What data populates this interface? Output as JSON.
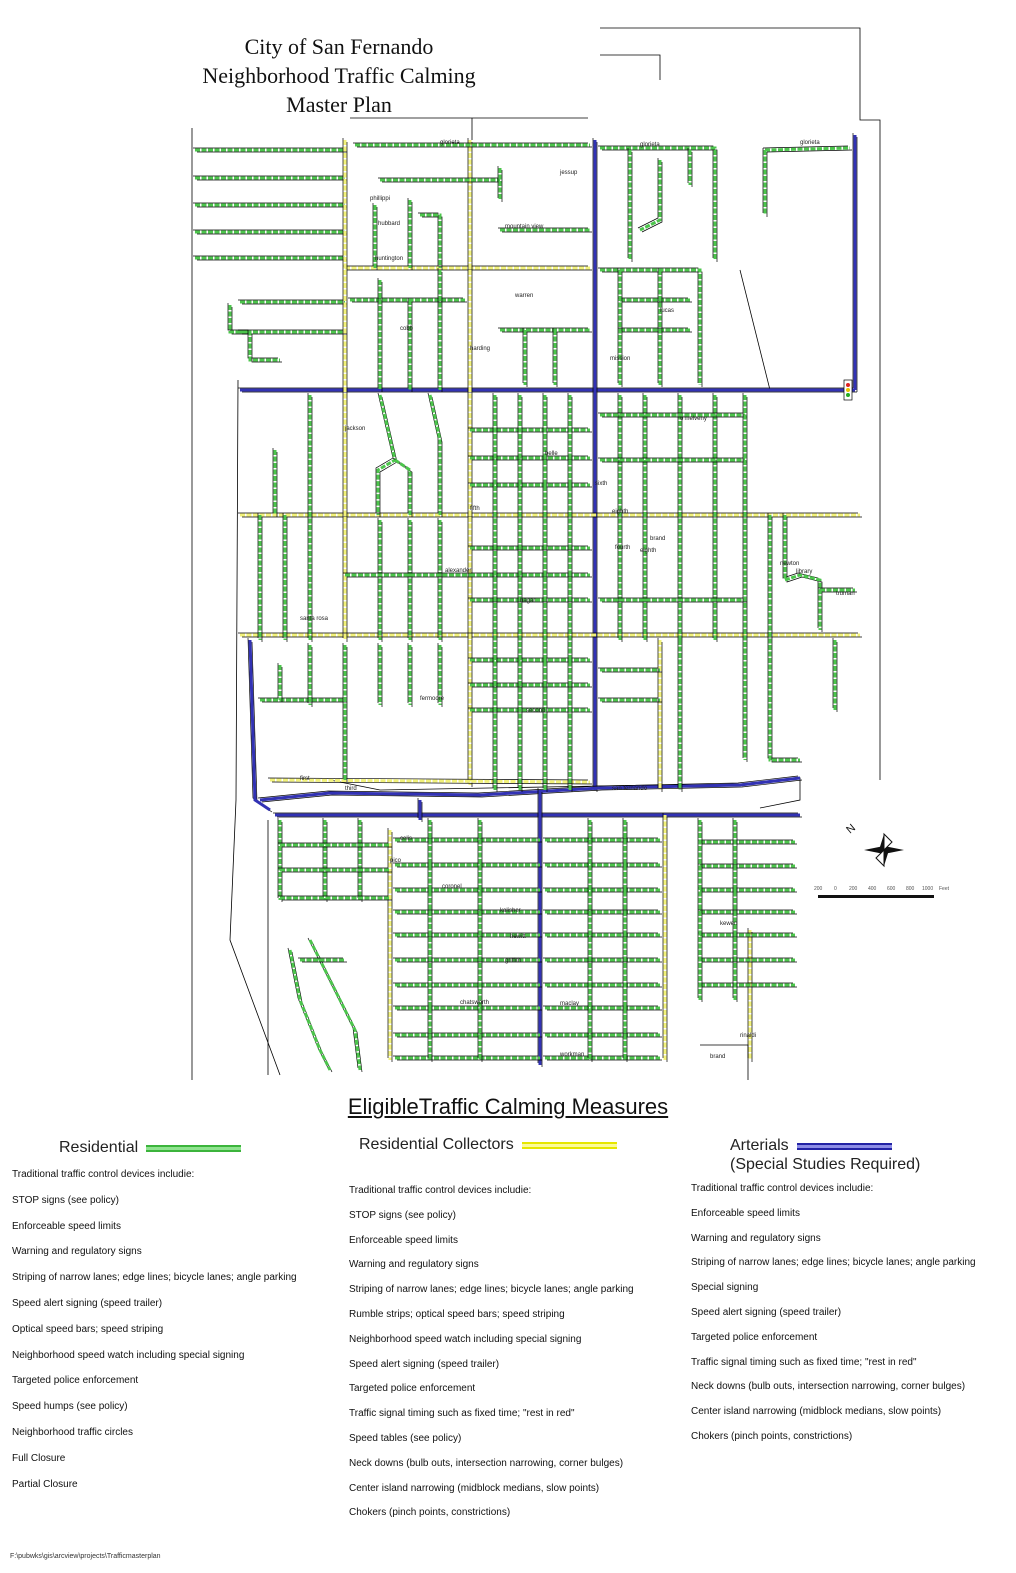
{
  "map": {
    "title_lines": [
      "City of San Fernando",
      "Neighborhood Traffic Calming",
      "Master Plan"
    ],
    "colors": {
      "residential": "#4cc54c",
      "residential_collector": "#f2f27a",
      "arterial": "#3232b4",
      "outline": "#000000"
    },
    "street_labels": [
      "glorieta",
      "glorieta",
      "glorieta",
      "phillippi",
      "mountain view",
      "jessup",
      "warren",
      "lucas",
      "mission",
      "o'melveny",
      "brand",
      "pico",
      "celis",
      "coronel",
      "kalisher",
      "hewitt",
      "griffith",
      "chatsworth",
      "maclay",
      "workman",
      "fourth",
      "fifth",
      "sixth",
      "eighth",
      "first",
      "library",
      "harding",
      "hubbard",
      "alexander",
      "jackson",
      "huntington",
      "cobb",
      "santa rosa",
      "third",
      "second",
      "fermoore",
      "hagar",
      "belle",
      "kewen",
      "newton",
      "rinaldi",
      "brand",
      "eighth",
      "san fernando",
      "truman"
    ],
    "scale_labels": [
      "200",
      "0",
      "200",
      "400",
      "600",
      "800",
      "1000",
      "Feet"
    ],
    "north_label": "N"
  },
  "legend": {
    "title": "EligibleTraffic Calming Measures",
    "residential": {
      "heading": "Residential",
      "items": [
        "Traditional traffic control devices includie:",
        "STOP signs (see policy)",
        "Enforceable speed limits",
        "Warning and regulatory signs",
        "Striping of narrow lanes; edge lines; bicycle lanes; angle parking",
        "Speed alert signing (speed trailer)",
        "Optical speed bars; speed striping",
        "Neighborhood speed watch including special signing",
        "Targeted police enforcement",
        "Speed humps (see policy)",
        "Neighborhood traffic circles",
        "Full Closure",
        "Partial Closure"
      ]
    },
    "collectors": {
      "heading": "Residential Collectors",
      "items": [
        "Traditional traffic control devices includie:",
        "STOP signs (see policy)",
        "Enforceable speed limits",
        "Warning and regulatory signs",
        "Striping of narrow lanes; edge lines; bicycle lanes; angle parking",
        "Rumble strips; optical speed bars; speed striping",
        "Neighborhood speed watch including special signing",
        "Speed alert signing (speed trailer)",
        "Targeted police enforcement",
        "Traffic signal timing such as fixed time; \"rest in red\"",
        "Speed tables (see policy)",
        "Neck downs (bulb outs, intersection narrowing, corner bulges)",
        "Center island narrowing (midblock medians, slow points)",
        "Chokers (pinch points, constrictions)"
      ]
    },
    "arterials": {
      "heading": "Arterials",
      "subheading": "(Special Studies Required)",
      "items": [
        "Traditional traffic control devices includie:",
        "Enforceable speed limits",
        "Warning and regulatory signs",
        "Striping of narrow lanes; edge lines; bicycle lanes; angle parking",
        "Special signing",
        "Speed alert signing (speed trailer)",
        "Targeted police enforcement",
        "Traffic signal timing such as fixed time; \"rest in red\"",
        "Neck downs (bulb outs, intersection narrowing, corner bulges)",
        "Center island narrowing (midblock medians, slow points)",
        "Chokers (pinch points, constrictions)"
      ]
    }
  },
  "footer": {
    "file_path": "F:\\pubwks\\gis\\arcview\\projects\\Trafficmasterplan"
  }
}
